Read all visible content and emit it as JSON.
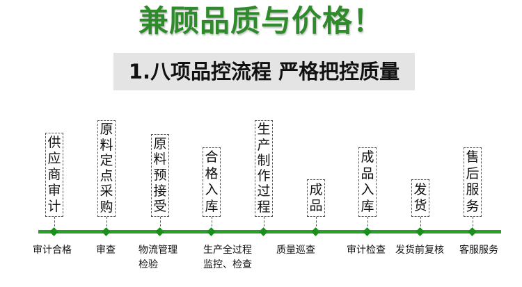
{
  "headline": "兼顾品质与价格！",
  "subtitle": "1.八项品控流程 严格把控质量",
  "process_boxes": [
    {
      "chars": [
        "供",
        "应",
        "商",
        "审",
        "计"
      ]
    },
    {
      "chars": [
        "原",
        "料",
        "定",
        "点",
        "采",
        "购"
      ]
    },
    {
      "chars": [
        "原",
        "料",
        "预",
        "接",
        "受"
      ]
    },
    {
      "chars": [
        "合",
        "格",
        "入",
        "库"
      ]
    },
    {
      "chars": [
        "生",
        "产",
        "制",
        "作",
        "过",
        "程"
      ]
    },
    {
      "chars": [
        "成",
        "品"
      ]
    },
    {
      "chars": [
        "成",
        "品",
        "入",
        "库"
      ]
    },
    {
      "chars": [
        "发",
        "货"
      ]
    },
    {
      "chars": [
        "售",
        "后",
        "服",
        "务"
      ]
    }
  ],
  "timeline_labels": [
    {
      "line1": "审计合格",
      "line2": ""
    },
    {
      "line1": "审查",
      "line2": ""
    },
    {
      "line1": "物流管理",
      "line2": "检验"
    },
    {
      "line1": "生产全过程",
      "line2": "监控、检查"
    },
    {
      "line1": "质量巡查",
      "line2": ""
    },
    {
      "line1": "审计检查",
      "line2": ""
    },
    {
      "line1": "发货前复核",
      "line2": ""
    },
    {
      "line1": "客服服务",
      "line2": ""
    }
  ],
  "colors": {
    "headline": "#2f8a2b",
    "timeline": "#2aa02a",
    "subtitle_band": "#e4e4e4"
  }
}
